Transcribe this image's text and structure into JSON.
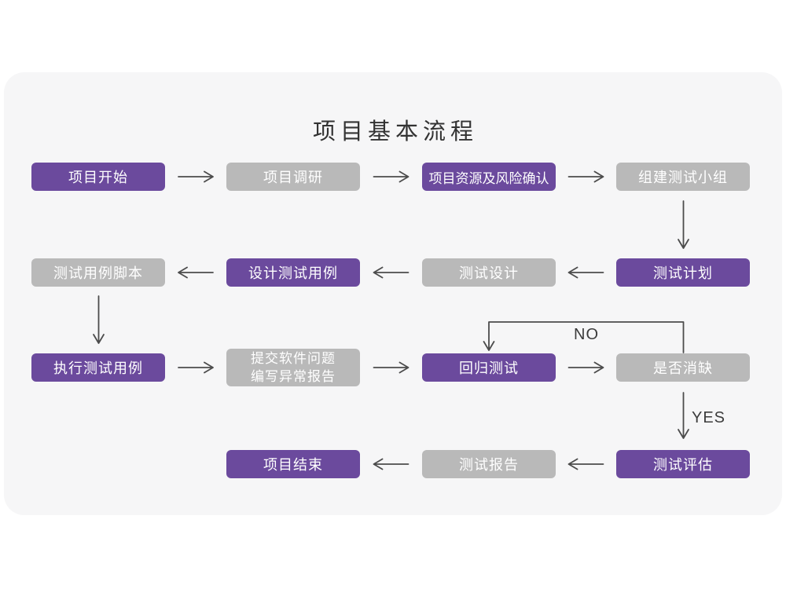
{
  "title": "项目基本流程",
  "colors": {
    "purple": "#6b4a9d",
    "gray": "#b9b9b9",
    "card": "#f6f6f7",
    "arrow": "#4c4c4c",
    "node_text": "#ffffff",
    "title_text": "#333333",
    "label_text": "#3c3c3c",
    "page_bg": "#ffffff"
  },
  "nodes": [
    {
      "label": "项目开始",
      "variant": "purple"
    },
    {
      "label": "项目调研",
      "variant": "gray"
    },
    {
      "label": "项目资源及风险确认",
      "variant": "purple"
    },
    {
      "label": "组建测试小组",
      "variant": "gray"
    },
    {
      "label": "测试计划",
      "variant": "purple"
    },
    {
      "label": "测试设计",
      "variant": "gray"
    },
    {
      "label": "设计测试用例",
      "variant": "purple"
    },
    {
      "label": "测试用例脚本",
      "variant": "gray"
    },
    {
      "label": "执行测试用例",
      "variant": "purple"
    },
    {
      "label": "提交软件问题\n编写异常报告",
      "variant": "gray"
    },
    {
      "label": "回归测试",
      "variant": "purple"
    },
    {
      "label": "是否消缺",
      "variant": "gray"
    },
    {
      "label": "测试评估",
      "variant": "purple"
    },
    {
      "label": "测试报告",
      "variant": "gray"
    },
    {
      "label": "项目结束",
      "variant": "purple"
    }
  ],
  "edge_labels": {
    "no": "NO",
    "yes": "YES"
  }
}
